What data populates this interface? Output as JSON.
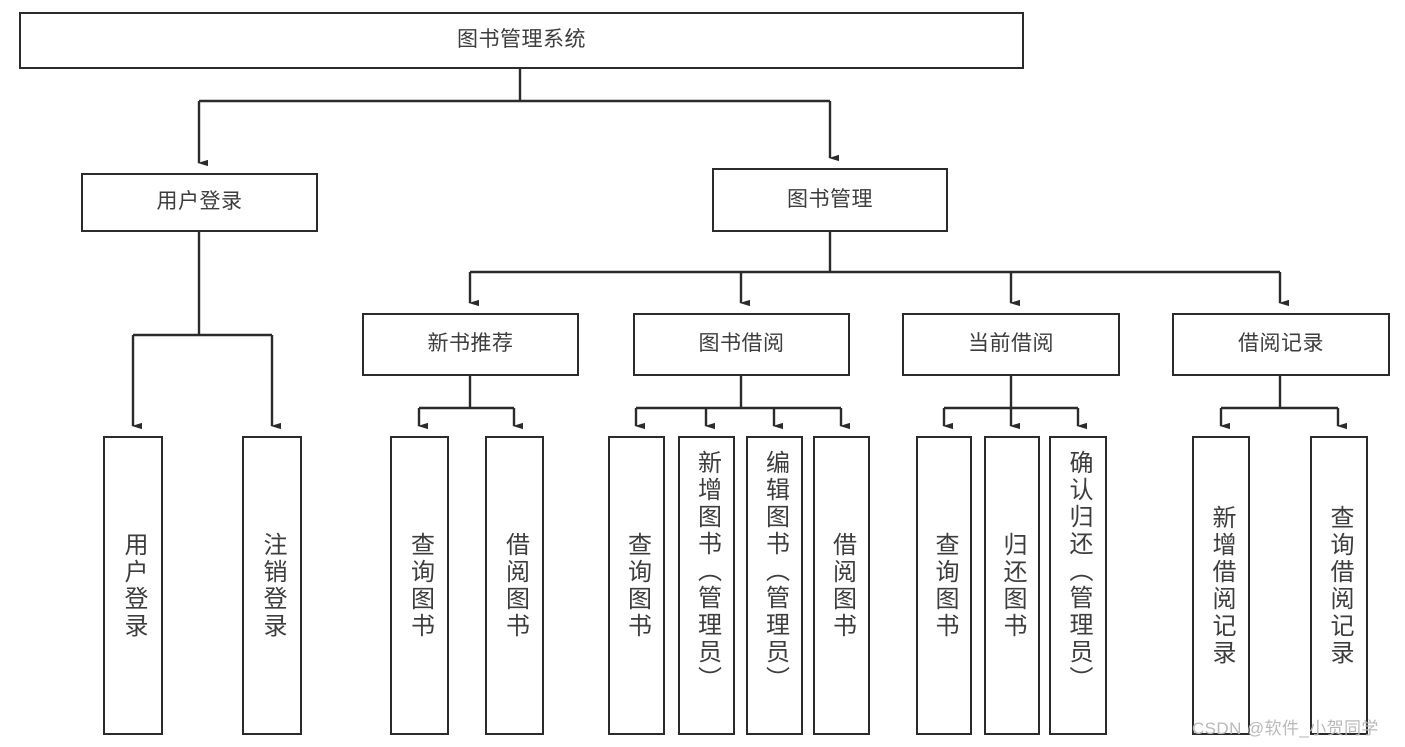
{
  "diagram": {
    "title": "图书管理系统",
    "type": "tree-hierarchy",
    "colors": {
      "background": "#ffffff",
      "node_border": "#2b2b2b",
      "node_fill": "#ffffff",
      "text": "#3d3d3d",
      "edge": "#2b2b2b",
      "watermark": "#b9b9b9"
    },
    "root": {
      "label": "图书管理系统"
    },
    "level2": [
      {
        "label": "用户登录"
      },
      {
        "label": "图书管理"
      }
    ],
    "level3": [
      {
        "label": "新书推荐"
      },
      {
        "label": "图书借阅"
      },
      {
        "label": "当前借阅"
      },
      {
        "label": "借阅记录"
      }
    ],
    "leaves": {
      "user_login": [
        {
          "label": "用户登录"
        },
        {
          "label": "注销登录"
        }
      ],
      "new_book_recommend": [
        {
          "label": "查询图书"
        },
        {
          "label": "借阅图书"
        }
      ],
      "book_borrow": [
        {
          "label": "查询图书"
        },
        {
          "label": "新增图书（管理员）"
        },
        {
          "label": "编辑图书（管理员）"
        },
        {
          "label": "借阅图书"
        }
      ],
      "current_borrow": [
        {
          "label": "查询图书"
        },
        {
          "label": "归还图书"
        },
        {
          "label": "确认归还（管理员）"
        }
      ],
      "borrow_record": [
        {
          "label": "新增借阅记录"
        },
        {
          "label": "查询借阅记录"
        }
      ]
    }
  },
  "watermark": {
    "text": "CSDN @软件_小贺同学"
  }
}
